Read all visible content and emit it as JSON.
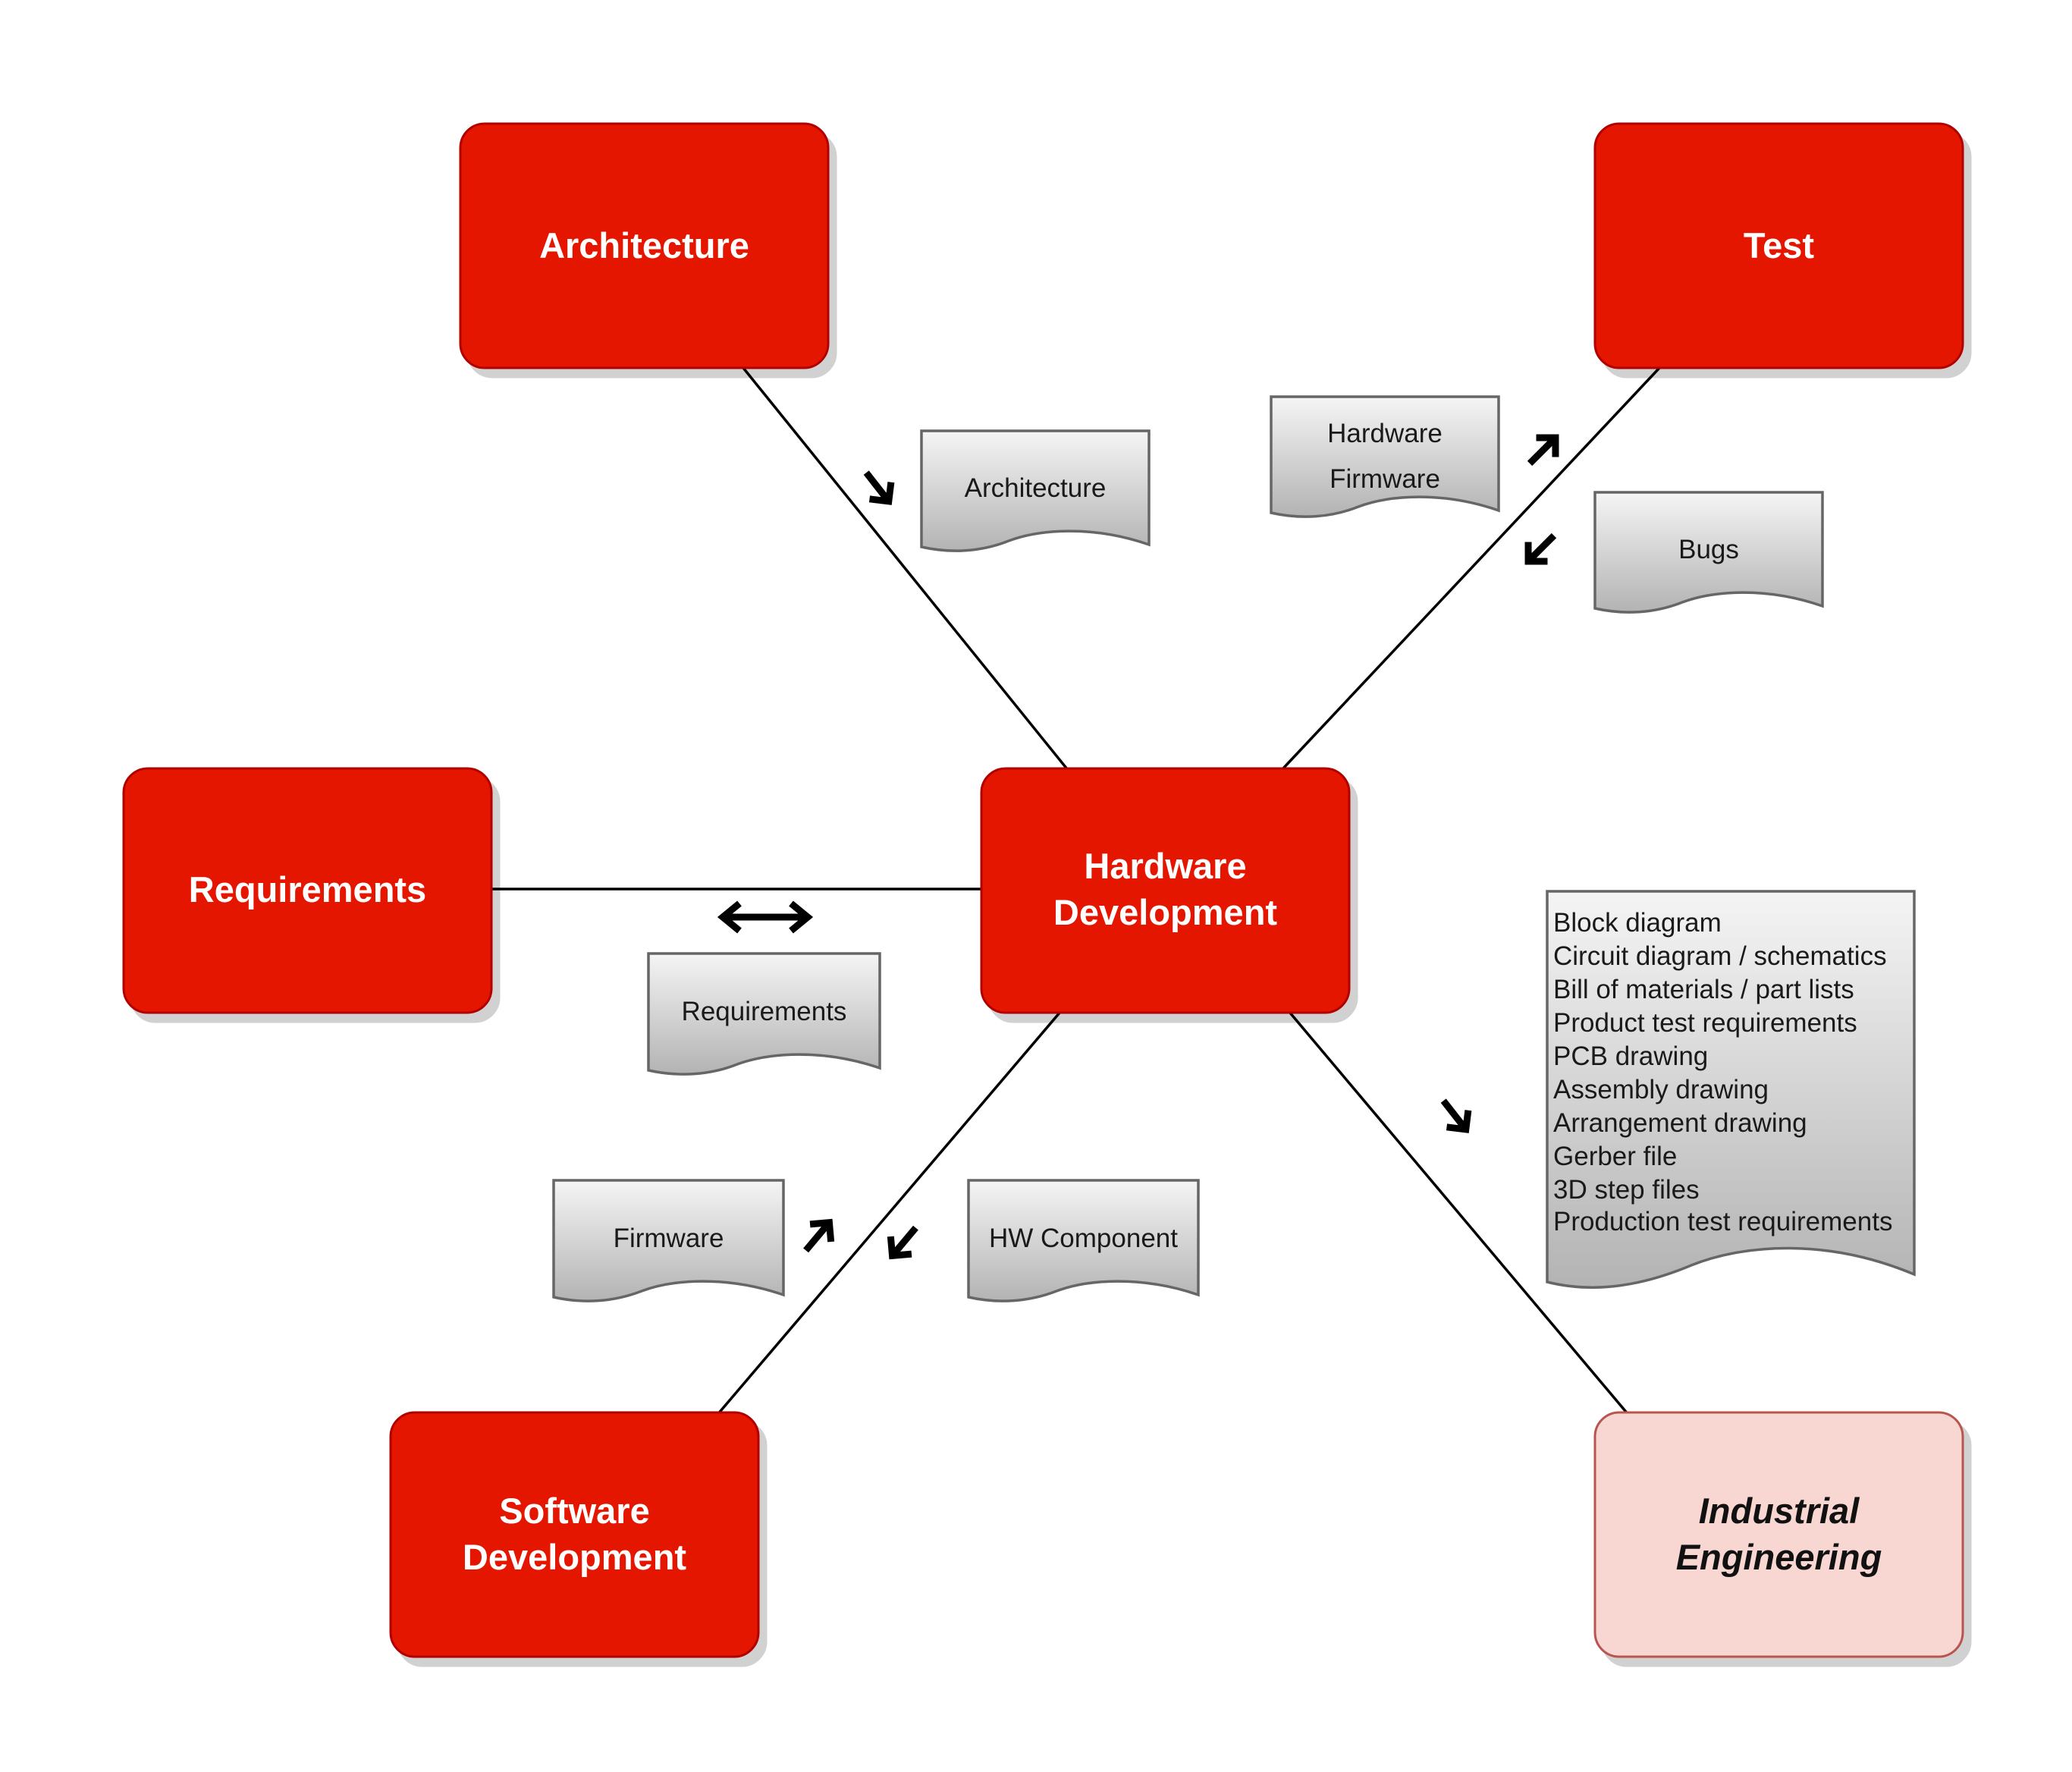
{
  "nodes": {
    "architecture": "Architecture",
    "test": "Test",
    "requirements": "Requirements",
    "hardware_development": [
      "Hardware",
      "Development"
    ],
    "software_development": [
      "Software",
      "Development"
    ],
    "industrial_engineering": [
      "Industrial",
      "Engineering"
    ]
  },
  "documents": {
    "architecture": "Architecture",
    "to_test": [
      "Hardware",
      "Firmware"
    ],
    "bugs": "Bugs",
    "requirements": "Requirements",
    "firmware": "Firmware",
    "hw_component": "HW Component",
    "deliverables": [
      "Block diagram",
      "Circuit diagram /  schematics",
      "Bill of materials / part lists",
      "Product test requirements",
      "PCB drawing",
      "Assembly drawing",
      "Arrangement drawing",
      "Gerber file",
      "3D step files",
      "Production test requirements"
    ]
  },
  "colors": {
    "primary_box": "#e51400",
    "primary_border": "#b20000",
    "secondary_box": "#f8d7d3",
    "secondary_border": "#b85450",
    "doc_border": "#666666"
  }
}
